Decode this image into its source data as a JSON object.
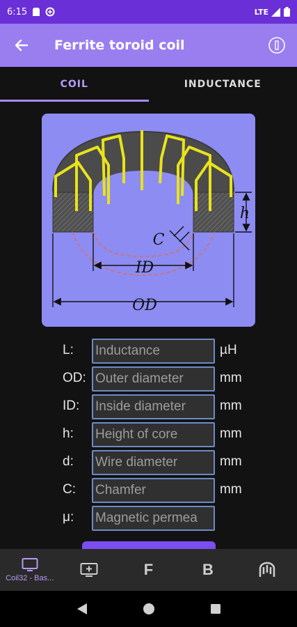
{
  "status": {
    "time": "6:15",
    "network": "LTE"
  },
  "app_bar": {
    "title": "Ferrite toroid coil"
  },
  "tabs": [
    {
      "label": "COIL",
      "active": true
    },
    {
      "label": "INDUCTANCE",
      "active": false
    }
  ],
  "diagram": {
    "labels": {
      "h": "h",
      "c": "C",
      "id": "ID",
      "od": "OD"
    },
    "colors": {
      "background": "#8d8cf2",
      "core": "#4a4a4a",
      "wire": "#e8e31a",
      "dashed": "#e46a4f"
    }
  },
  "form": {
    "rows": [
      {
        "label": "L:",
        "placeholder": "Inductance",
        "unit": "µH"
      },
      {
        "label": "OD:",
        "placeholder": "Outer diameter",
        "unit": "mm"
      },
      {
        "label": "ID:",
        "placeholder": "Inside diameter",
        "unit": "mm"
      },
      {
        "label": "h:",
        "placeholder": "Height of core",
        "unit": "mm"
      },
      {
        "label": "d:",
        "placeholder": "Wire diameter",
        "unit": "mm"
      },
      {
        "label": "C:",
        "placeholder": "Chamfer",
        "unit": "mm"
      },
      {
        "label": "μ:",
        "placeholder": "Magnetic permea",
        "unit": ""
      }
    ]
  },
  "bottom_nav": [
    {
      "icon": "monitor-icon",
      "label": "Coil32 - Bas...",
      "active": true
    },
    {
      "icon": "add-screen-icon",
      "label": "",
      "active": false
    },
    {
      "icon": "letter-f-icon",
      "letter": "F",
      "label": "",
      "active": false
    },
    {
      "icon": "letter-b-icon",
      "letter": "B",
      "label": "",
      "active": false
    },
    {
      "icon": "coil-icon",
      "label": "",
      "active": false
    }
  ],
  "theme": {
    "primary_dark": "#6a2fd6",
    "primary": "#9a7ef0",
    "accent": "#b79bf6",
    "field_border": "#6d8bc4"
  }
}
